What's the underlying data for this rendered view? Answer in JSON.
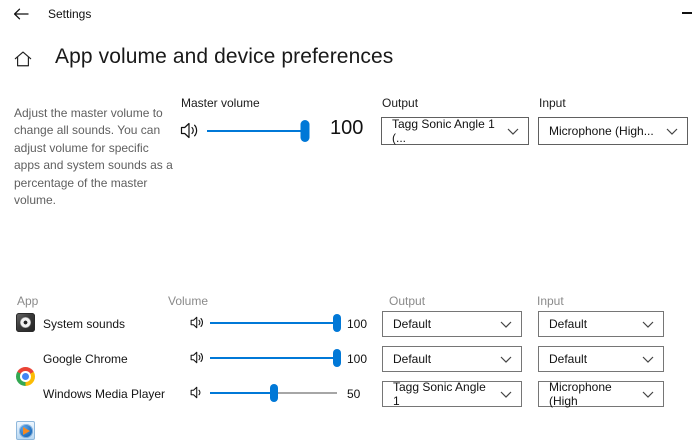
{
  "titlebar": {
    "title": "Settings"
  },
  "header": {
    "title": "App volume and device preferences"
  },
  "description": "Adjust the master volume to change all sounds. You can adjust volume for specific apps and system sounds as a percentage of the master volume.",
  "master": {
    "label": "Master volume",
    "value": "100",
    "volume_percent": 100,
    "output": {
      "label": "Output",
      "selected": "Tagg Sonic Angle 1 (..."
    },
    "input": {
      "label": "Input",
      "selected": "Microphone (High..."
    }
  },
  "apps_table": {
    "headers": {
      "app": "App",
      "volume": "Volume",
      "output": "Output",
      "input": "Input"
    },
    "rows": [
      {
        "name": "System sounds",
        "volume": "100",
        "volume_percent": 100,
        "output": "Default",
        "input": "Default"
      },
      {
        "name": "Google Chrome",
        "volume": "100",
        "volume_percent": 100,
        "output": "Default",
        "input": "Default"
      },
      {
        "name": "Windows Media Player",
        "volume": "50",
        "volume_percent": 50,
        "output": "Tagg Sonic Angle 1",
        "input": "Microphone (High"
      }
    ]
  },
  "colors": {
    "accent": "#0078d7",
    "track_gray": "#a6a6a6",
    "text_muted": "#5f5f5f"
  }
}
